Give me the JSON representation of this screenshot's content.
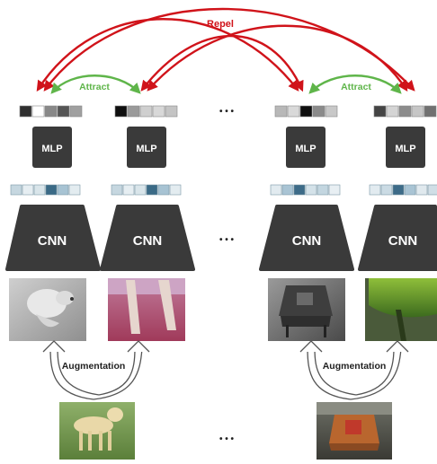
{
  "labels": {
    "repel": "Repel",
    "attract_left": "Attract",
    "attract_right": "Attract",
    "mlp": "MLP",
    "cnn": "CNN",
    "augmentation_left": "Augmentation",
    "augmentation_right": "Augmentation",
    "ellipsis": "• • •"
  },
  "colors": {
    "repel": "#d0131a",
    "attract": "#5fb54a",
    "block": "#3a3a3a",
    "block_text": "#ffffff",
    "arrow_outline": "#555555"
  },
  "columns": [
    {
      "id": "c1",
      "output_cells": [
        "#2f2f2f",
        "#ffffff",
        "#888888",
        "#555555",
        "#a0a0a0"
      ],
      "feature_cells": [
        "#c6d7e0",
        "#e6eef2",
        "#d9e5ea",
        "#3a6a86",
        "#a7c3d3",
        "#e3ecf0"
      ],
      "image": "dog-grayscale-image"
    },
    {
      "id": "c2",
      "output_cells": [
        "#0f0f0f",
        "#9a9a9a",
        "#cfcfcf",
        "#d8d8d8",
        "#c4c4c4"
      ],
      "feature_cells": [
        "#c6d7e0",
        "#e6eef2",
        "#d9e5ea",
        "#3a6a86",
        "#a7c3d3",
        "#e3ecf0"
      ],
      "image": "dog-legs-crop-image"
    },
    {
      "id": "c3",
      "output_cells": [
        "#b8b8b8",
        "#d9d9d9",
        "#0f0f0f",
        "#8a8a8a",
        "#c8c8c8"
      ],
      "feature_cells": [
        "#e2ebf0",
        "#a9c4d4",
        "#3d6b88",
        "#d4e2e9",
        "#c3d6e0",
        "#e8eff3"
      ],
      "image": "chair-grayscale-image"
    },
    {
      "id": "c4",
      "output_cells": [
        "#444444",
        "#d4d4d4",
        "#8c8c8c",
        "#c6c6c6",
        "#707070"
      ],
      "feature_cells": [
        "#e2ebf0",
        "#cbdbe4",
        "#3d6b88",
        "#a9c4d4",
        "#e0e9ee",
        "#d0dee6"
      ],
      "image": "green-chair-crop-image"
    }
  ],
  "sources": [
    {
      "image": "dog-original-image"
    },
    {
      "image": "chair-original-image"
    }
  ]
}
